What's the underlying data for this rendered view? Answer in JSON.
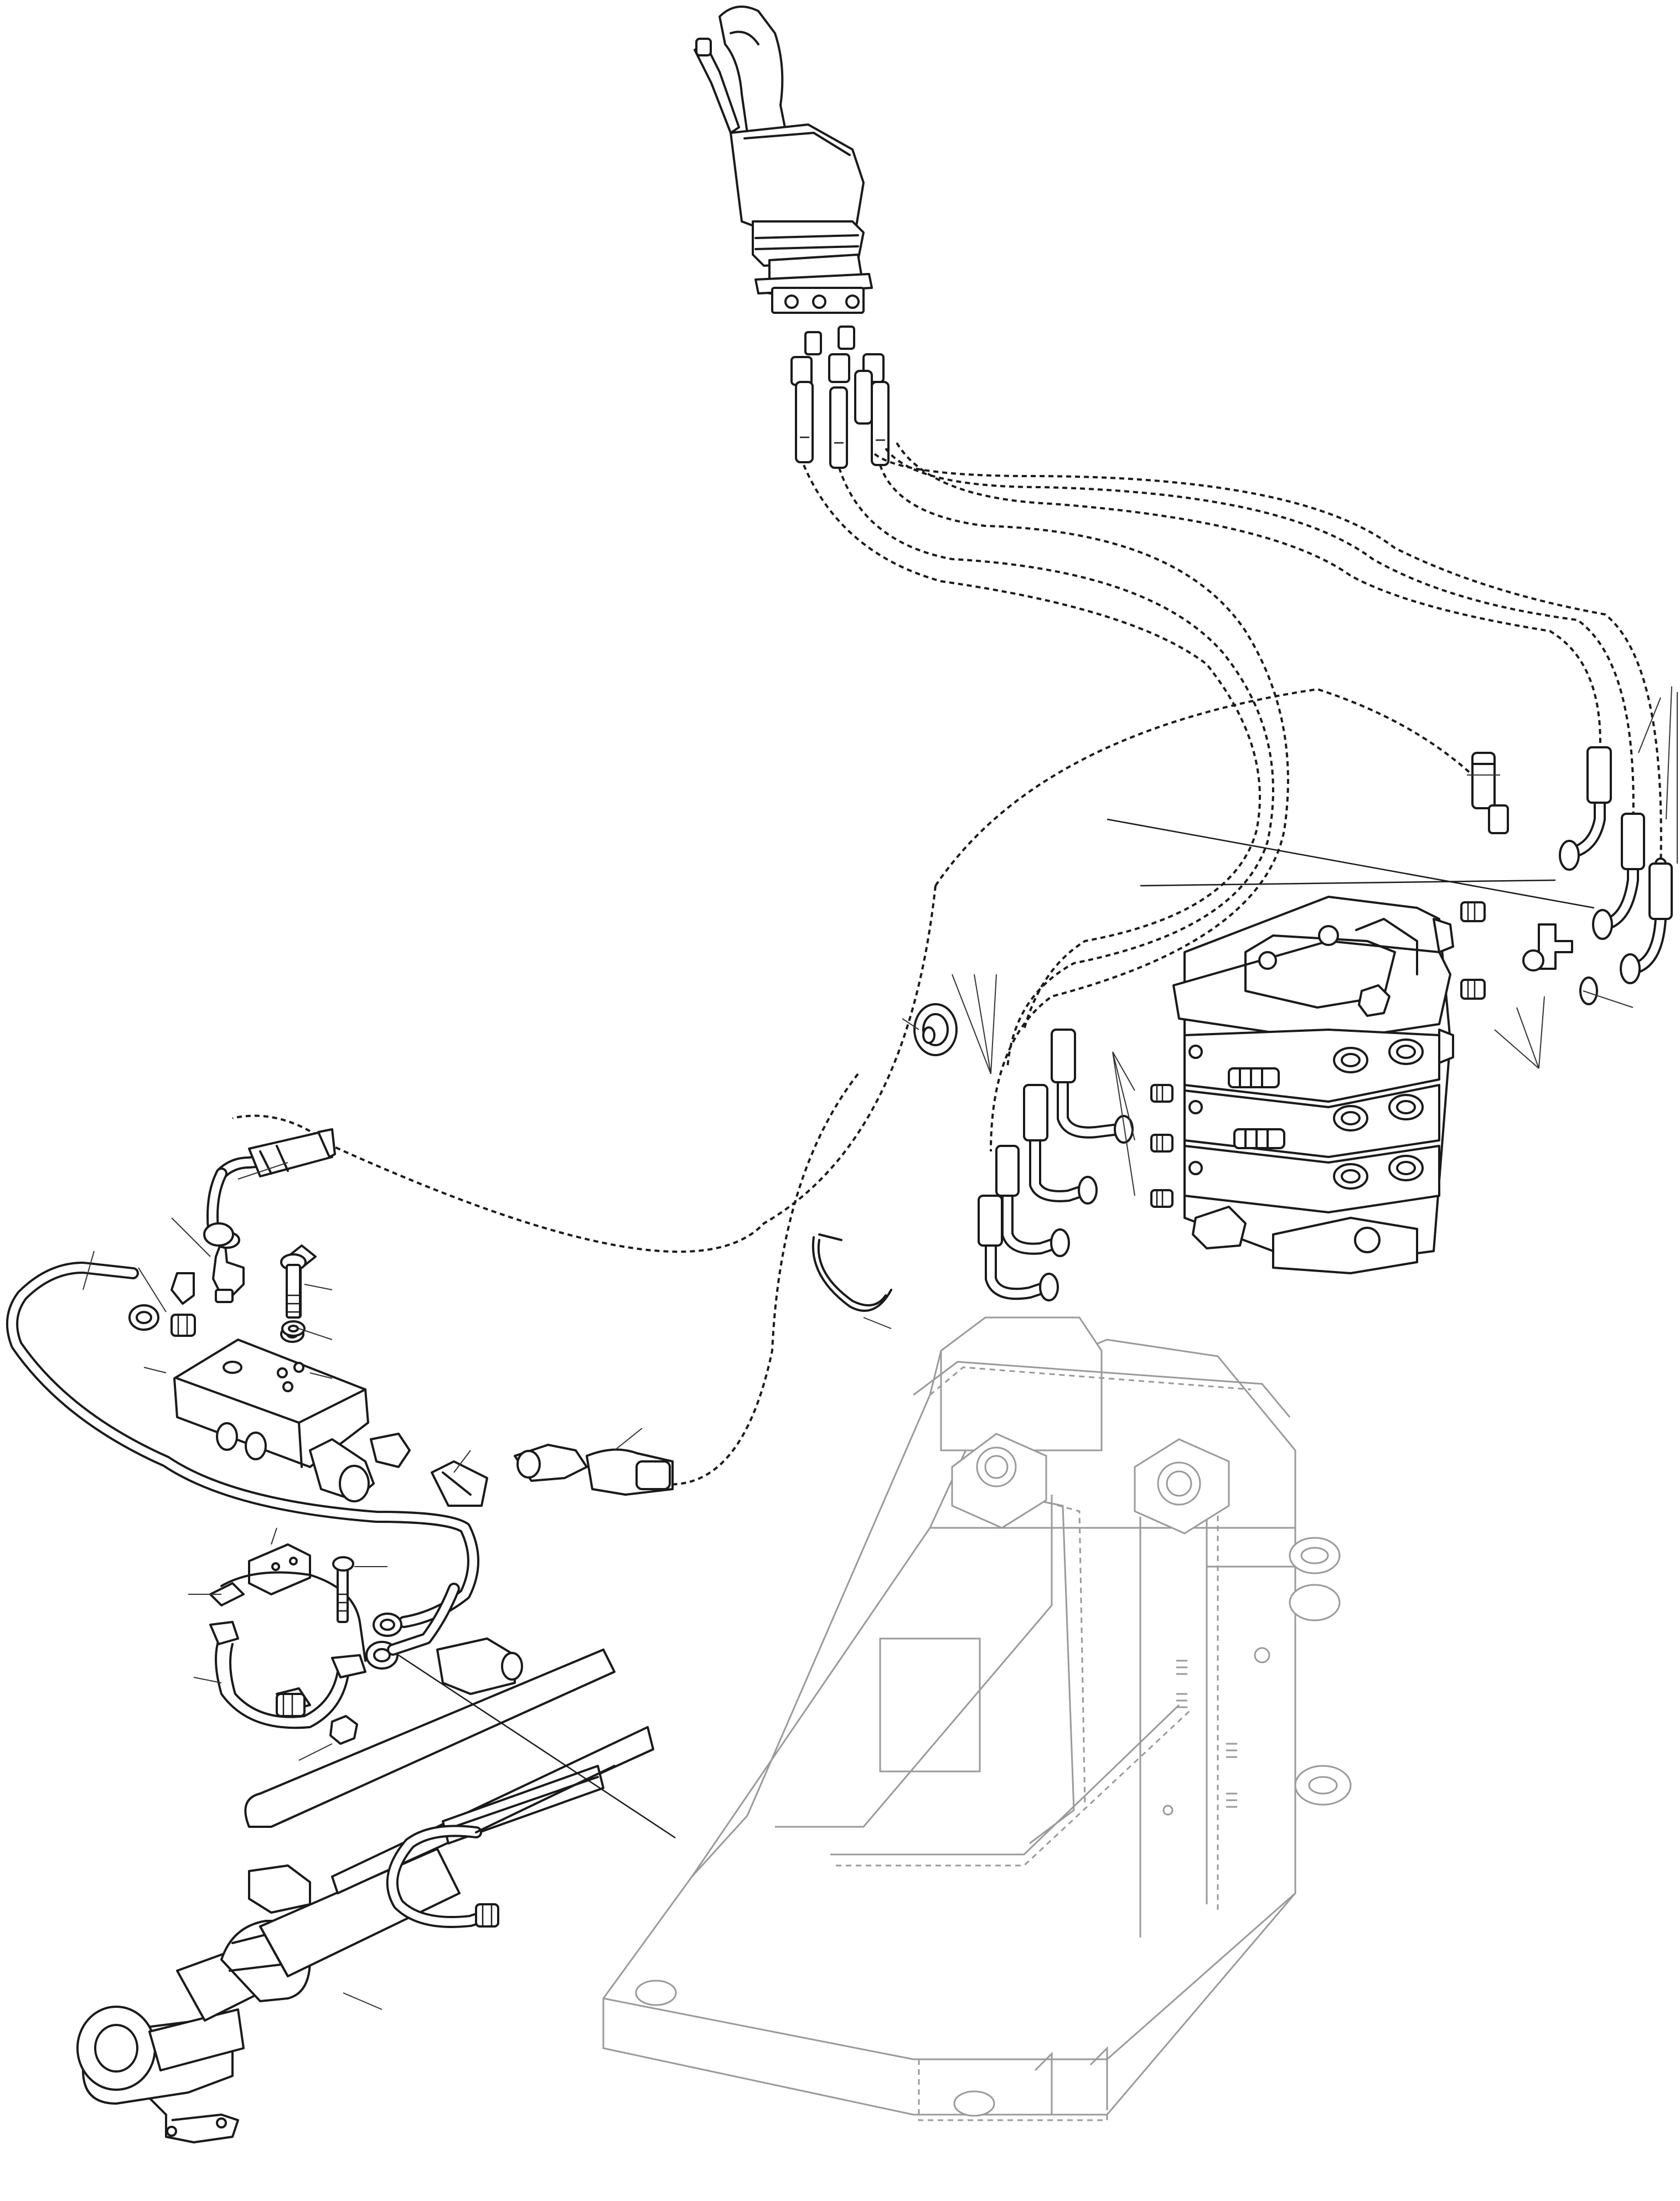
{
  "diagram": {
    "components": [
      {
        "id": "joystick-control-lever",
        "icon": "joystick-icon"
      },
      {
        "id": "control-valve-block",
        "icon": "valve-block-icon"
      },
      {
        "id": "boom-swing-pillar",
        "icon": "pillar-frame-icon"
      },
      {
        "id": "manifold-block",
        "icon": "manifold-icon"
      },
      {
        "id": "pipe-clamp",
        "icon": "clamp-icon"
      },
      {
        "id": "hydraulic-cylinder",
        "icon": "cylinder-icon"
      },
      {
        "id": "rubber-grommet",
        "icon": "grommet-icon"
      },
      {
        "id": "hose-clip",
        "icon": "clip-icon"
      }
    ],
    "colors": {
      "line": "#1a1a1a",
      "ghost_line": "#9a9a9a",
      "background": "#ffffff"
    }
  }
}
